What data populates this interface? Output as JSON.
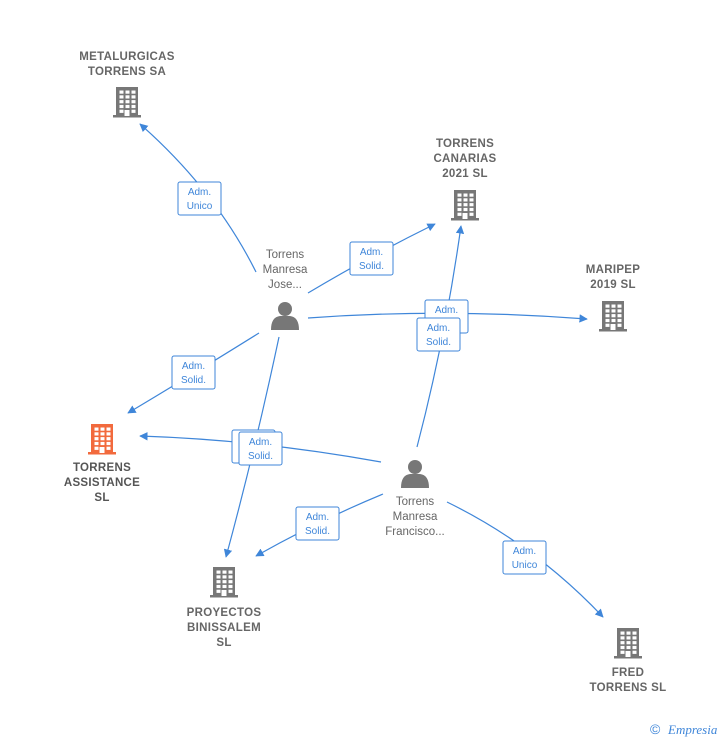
{
  "colors": {
    "edge": "#3f86d9",
    "company": "#777777",
    "main_company": "#f26a3d",
    "person": "#777777",
    "label": "#666666"
  },
  "nodes": [
    {
      "id": "metalurgicas",
      "type": "company",
      "lines": [
        "METALURGICAS",
        "TORRENS SA"
      ]
    },
    {
      "id": "canarias",
      "type": "company",
      "lines": [
        "TORRENS",
        "CANARIAS",
        "2021  SL"
      ]
    },
    {
      "id": "maripep",
      "type": "company",
      "lines": [
        "MARIPEP",
        "2019  SL"
      ]
    },
    {
      "id": "assistance",
      "type": "company",
      "main": true,
      "lines": [
        "TORRENS",
        "ASSISTANCE",
        "SL"
      ]
    },
    {
      "id": "proyectos",
      "type": "company",
      "lines": [
        "PROYECTOS",
        "BINISSALEM",
        "SL"
      ]
    },
    {
      "id": "fred",
      "type": "company",
      "lines": [
        "FRED",
        "TORRENS SL"
      ]
    },
    {
      "id": "jose",
      "type": "person",
      "lines": [
        "Torrens",
        "Manresa",
        "Jose..."
      ]
    },
    {
      "id": "francisco",
      "type": "person",
      "lines": [
        "Torrens",
        "Manresa",
        "Francisco..."
      ]
    }
  ],
  "edges": [
    {
      "from": "jose",
      "to": "metalurgicas",
      "label": [
        "Adm.",
        "Unico"
      ]
    },
    {
      "from": "jose",
      "to": "canarias",
      "label": [
        "Adm.",
        "Solid."
      ]
    },
    {
      "from": "jose",
      "to": "maripep",
      "label": [
        "Adm.",
        "Solid."
      ]
    },
    {
      "from": "jose",
      "to": "assistance",
      "label": [
        "Adm.",
        "Solid."
      ]
    },
    {
      "from": "jose",
      "to": "proyectos",
      "label": [
        "Adm.",
        "Solid."
      ]
    },
    {
      "from": "francisco",
      "to": "canarias",
      "label": [
        "Adm.",
        "Solid."
      ]
    },
    {
      "from": "francisco",
      "to": "assistance",
      "label": [
        "Adm.",
        "Solid."
      ]
    },
    {
      "from": "francisco",
      "to": "proyectos",
      "label": [
        "Adm.",
        "Solid."
      ]
    },
    {
      "from": "francisco",
      "to": "fred",
      "label": [
        "Adm.",
        "Unico"
      ]
    }
  ],
  "footer": {
    "copyright": "©",
    "brand": "Empresia"
  }
}
